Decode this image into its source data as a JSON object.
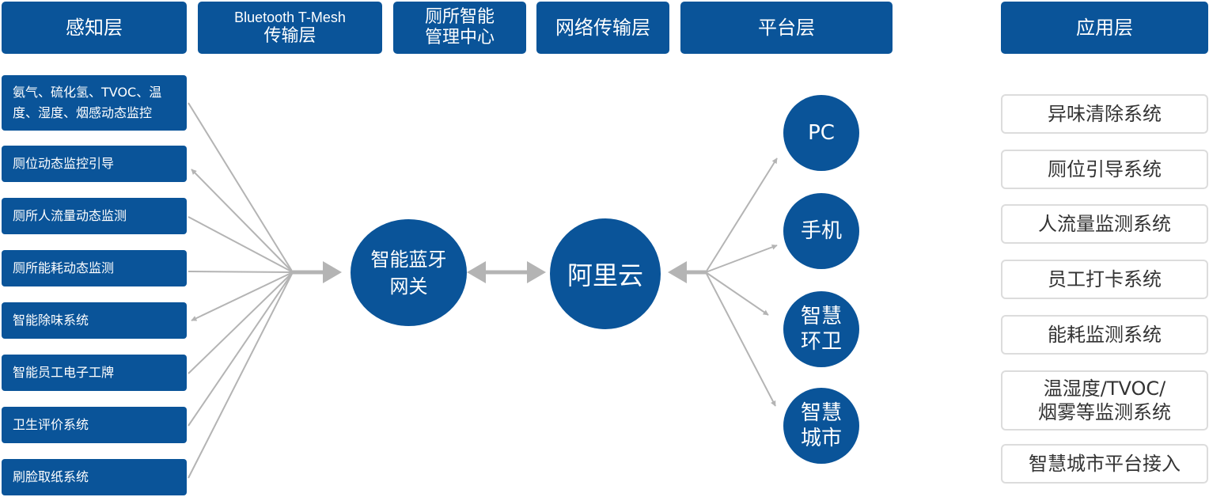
{
  "headers": {
    "perception": "感知层",
    "transport_line1": "Bluetooth T-Mesh",
    "transport_line2": "传输层",
    "toilet_center_line1": "厕所智能",
    "toilet_center_line2": "管理中心",
    "network": "网络传输层",
    "platform": "平台层",
    "application": "应用层"
  },
  "perception_items": [
    "氨气、硫化氢、TVOC、温度、湿度、烟感动态监控",
    "厕位动态监控引导",
    "厕所人流量动态监测",
    "厕所能耗动态监测",
    "智能除味系统",
    "智能员工电子工牌",
    "卫生评价系统",
    "刷脸取纸系统"
  ],
  "gateway": {
    "line1": "智能蓝牙",
    "line2": "网关"
  },
  "cloud": "阿里云",
  "terminals": [
    {
      "line1": "PC",
      "line2": ""
    },
    {
      "line1": "手机",
      "line2": ""
    },
    {
      "line1": "智慧",
      "line2": "环卫"
    },
    {
      "line1": "智慧",
      "line2": "城市"
    }
  ],
  "applications": [
    {
      "line1": "异味清除系统",
      "line2": ""
    },
    {
      "line1": "厕位引导系统",
      "line2": ""
    },
    {
      "line1": "人流量监测系统",
      "line2": ""
    },
    {
      "line1": "员工打卡系统",
      "line2": ""
    },
    {
      "line1": "能耗监测系统",
      "line2": ""
    },
    {
      "line1": "温湿度/TVOC/",
      "line2": "烟雾等监测系统"
    },
    {
      "line1": "智慧城市平台接入",
      "line2": ""
    }
  ],
  "colors": {
    "primary": "#0a5499",
    "connector": "#b4b4b4",
    "border": "#dcdcdc"
  }
}
